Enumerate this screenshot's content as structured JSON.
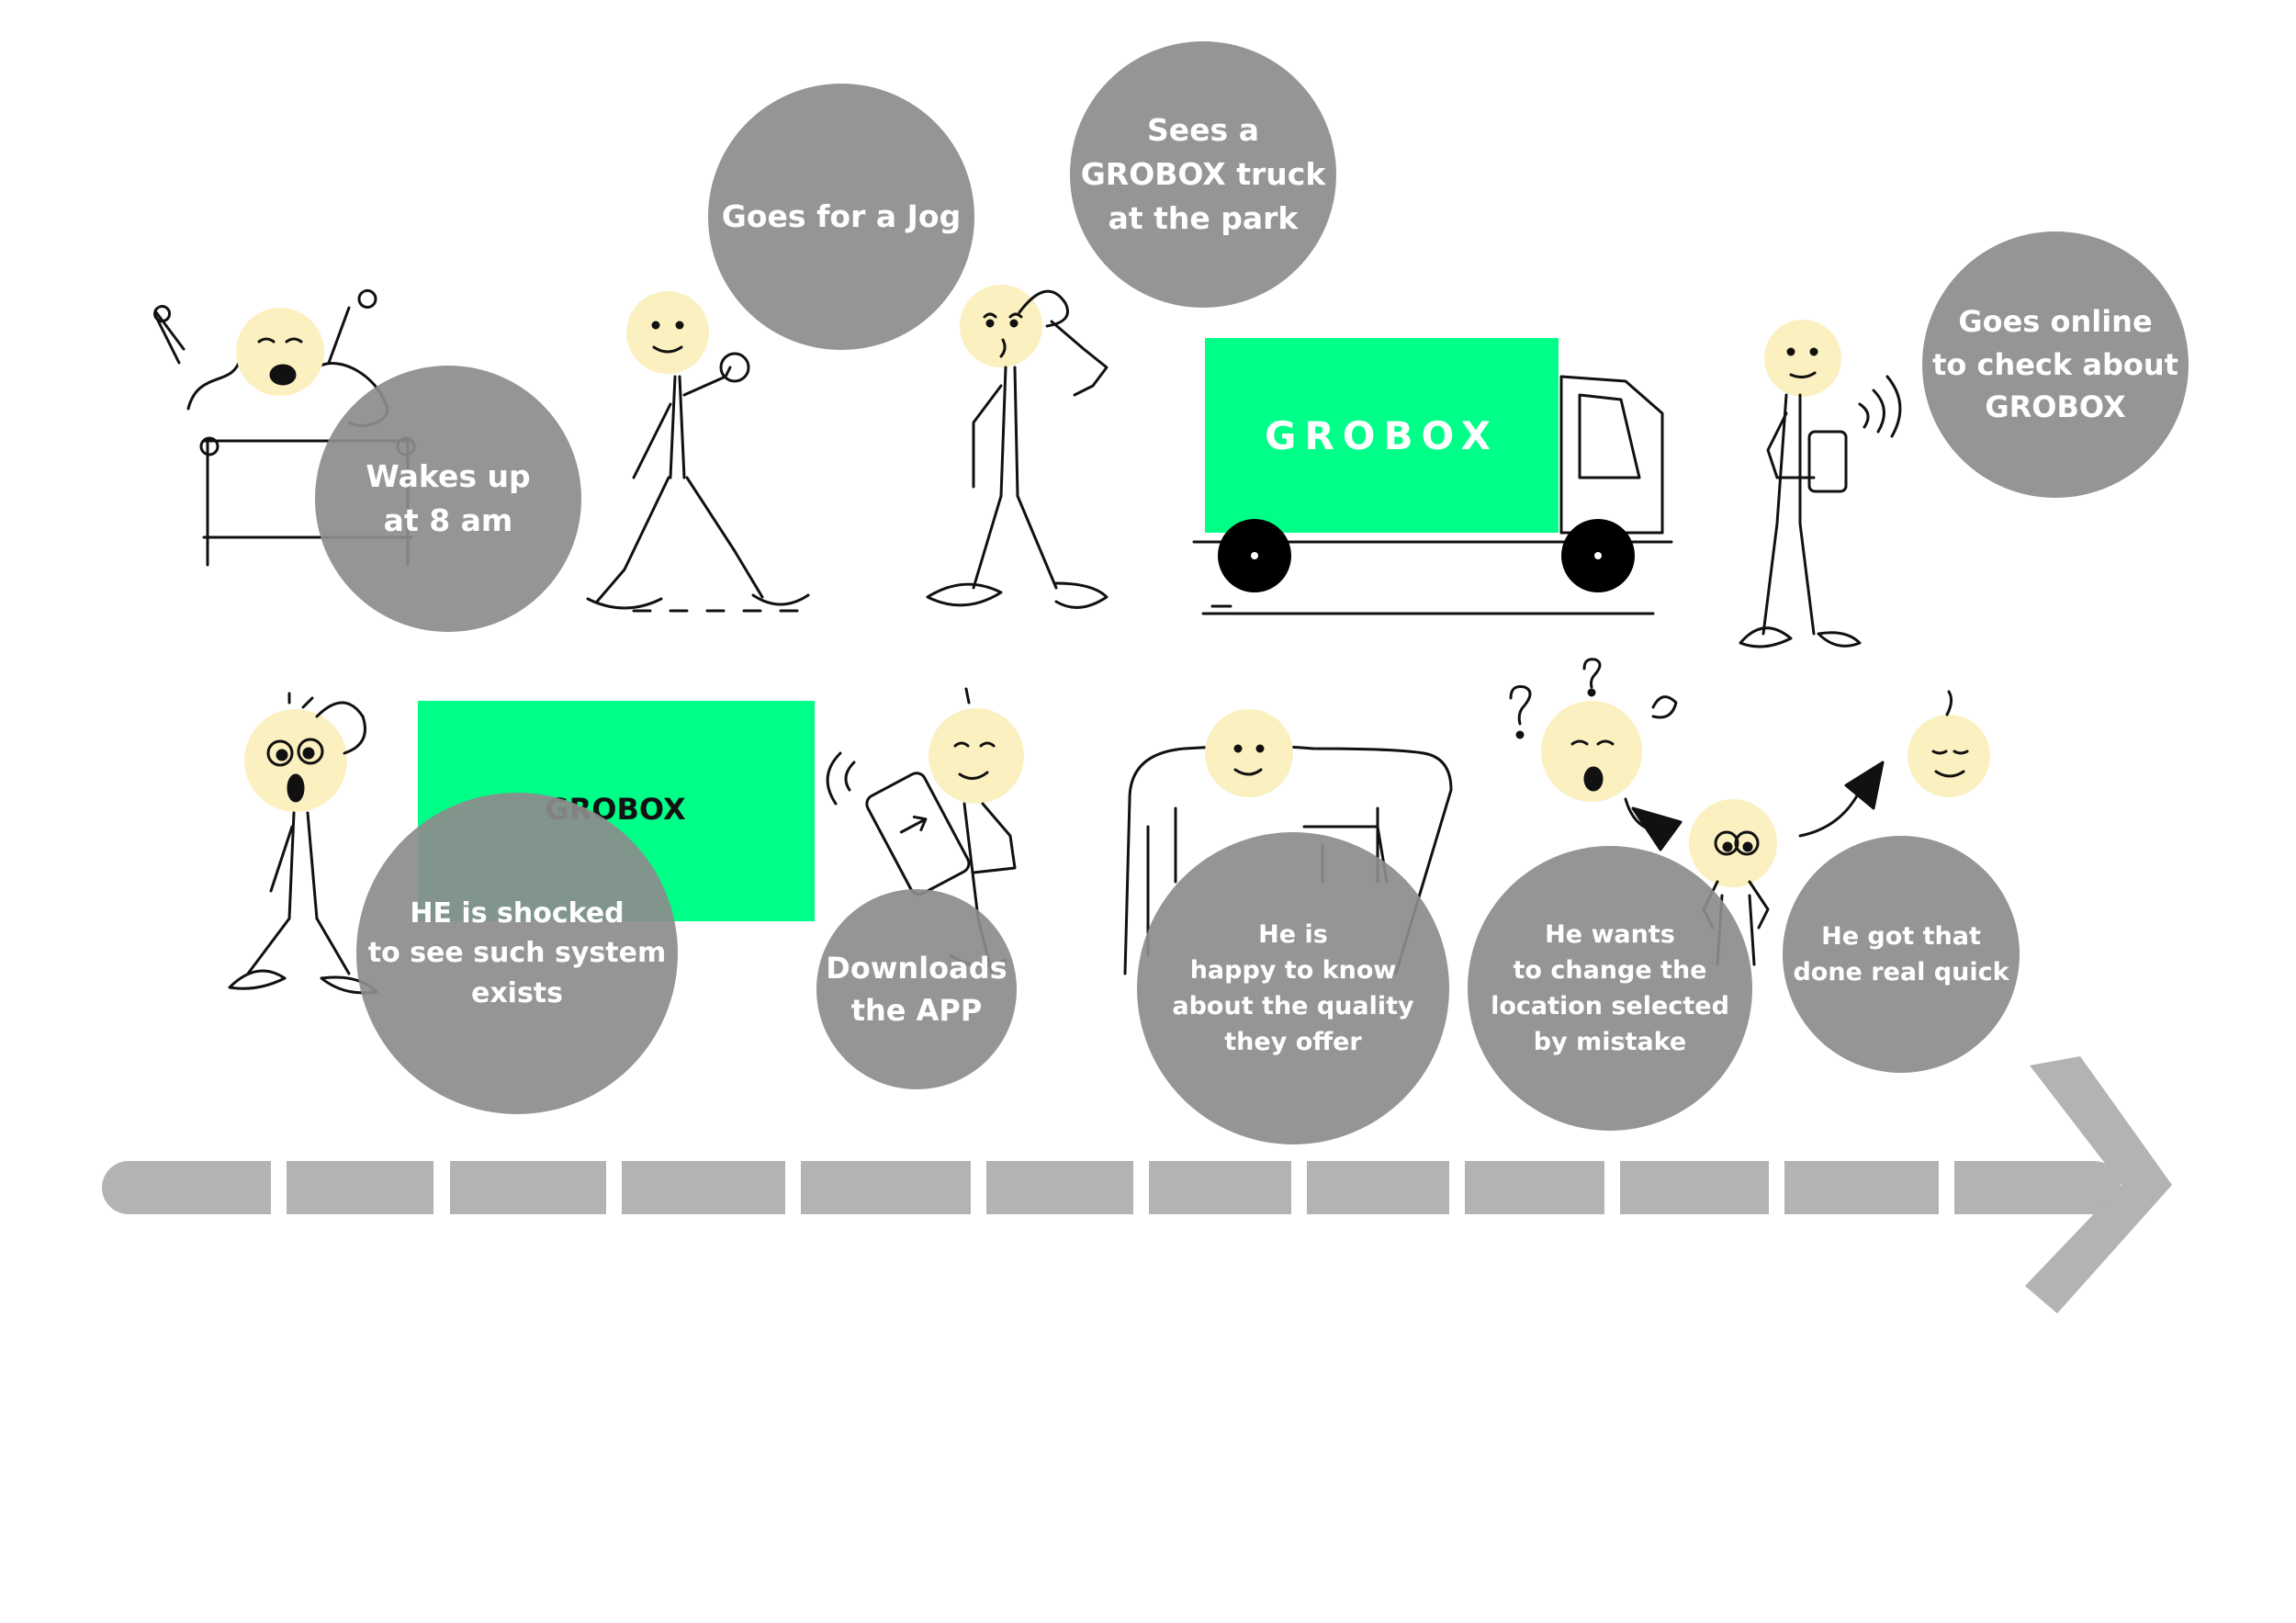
{
  "steps": [
    {
      "id": "wakes",
      "label": "Wakes up\nat 8 am"
    },
    {
      "id": "jog",
      "label": "Goes for a Jog"
    },
    {
      "id": "truck",
      "label": "Sees a\nGROBOX truck\nat the park"
    },
    {
      "id": "online",
      "label": "Goes online\nto check about\nGROBOX"
    },
    {
      "id": "shocked",
      "label": "HE is shocked\nto see such system\nexists"
    },
    {
      "id": "download",
      "label": "Downloads\nthe APP"
    },
    {
      "id": "happy",
      "label": "He is\nhappy to know\nabout the quality\nthey offer"
    },
    {
      "id": "change",
      "label": "He wants\nto change the\nlocation selected\nby mistake"
    },
    {
      "id": "done",
      "label": "He got that\ndone real quick"
    }
  ],
  "truck_brand": "GROBOX",
  "billboard_brand": "GROBOX",
  "icons": [
    "stick-figure",
    "bed",
    "truck",
    "phone",
    "sofa",
    "question-marks",
    "arrow",
    "timeline-arrow"
  ],
  "colors": {
    "bubble": "#8c8c8c",
    "brand_green": "#00ff88",
    "face": "#fbf0c0",
    "timeline": "#b3b3b3",
    "ink": "#111111"
  }
}
